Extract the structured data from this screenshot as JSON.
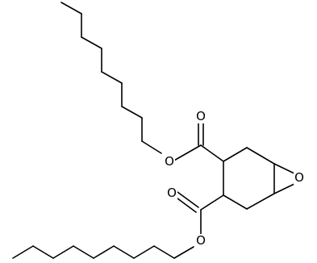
{
  "molecule": {
    "atoms": {
      "carbonyl_oxygen_upper": "O",
      "ester_oxygen_upper": "O",
      "carbonyl_oxygen_lower": "O",
      "ester_oxygen_lower": "O",
      "epoxide_oxygen": "O"
    }
  }
}
